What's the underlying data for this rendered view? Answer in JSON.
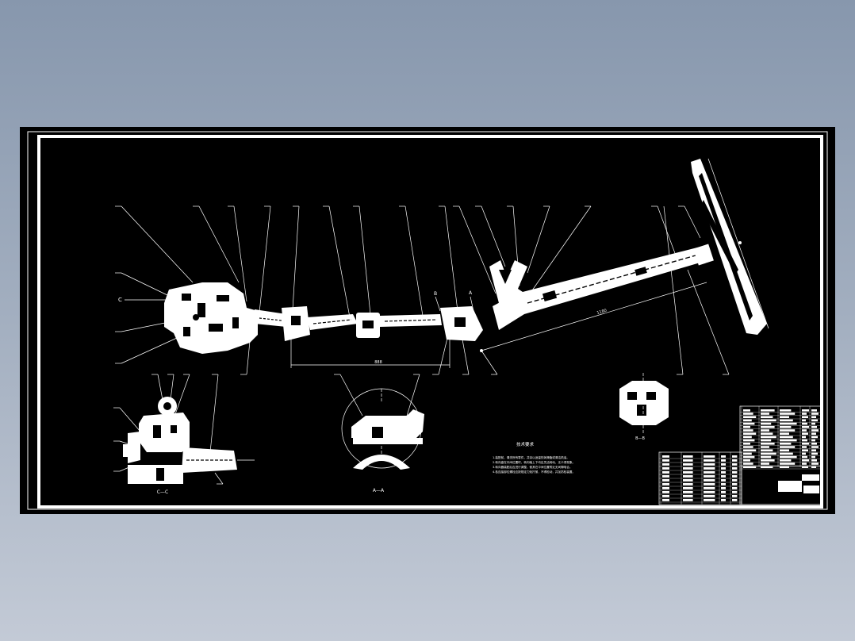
{
  "drawing": {
    "view_labels": {
      "section_c": "C—C",
      "section_a": "A—A",
      "section_b": "B—B",
      "marker_c": "C",
      "marker_a": "A",
      "marker_b": "B"
    },
    "dimensions": {
      "overall_length": "1180",
      "lower_length": "888"
    },
    "tech_requirements": {
      "title": "技术要求",
      "lines": [
        "1.装配前，清洗所有零件，并涂以适量的润滑脂或清洁机油。",
        "2.转向盘在中间位置时，转向轴上下均应灵活转动，无卡滞现象。",
        "3.转向器装配后应进行调整，使其在中间位置附近无间隙啮合。",
        "4.各连接部位螺栓应按规定力矩拧紧，不得松动，并加防松装置。"
      ]
    }
  }
}
